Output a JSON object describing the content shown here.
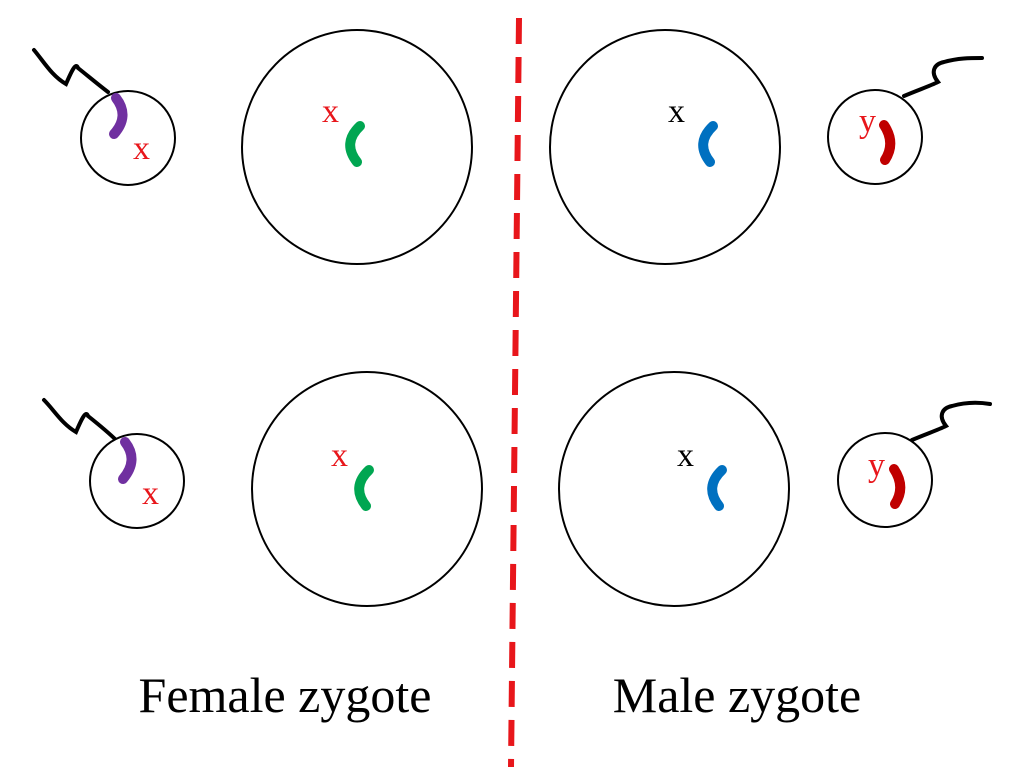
{
  "captions": {
    "female": "Female zygote",
    "male": "Male zygote"
  },
  "colors": {
    "outline": "#000000",
    "divider": "#e8161b",
    "label_red": "#e8161b",
    "label_black": "#000000",
    "chromosome_purple": "#7030a0",
    "chromosome_green": "#00a651",
    "chromosome_blue": "#0070c0",
    "chromosome_red": "#c00000"
  },
  "rows": [
    {
      "female": {
        "sperm_label": "x",
        "egg_label": "x"
      },
      "male": {
        "egg_label": "x",
        "sperm_label": "y"
      }
    },
    {
      "female": {
        "sperm_label": "x",
        "egg_label": "x"
      },
      "male": {
        "egg_label": "x",
        "sperm_label": "y"
      }
    }
  ]
}
